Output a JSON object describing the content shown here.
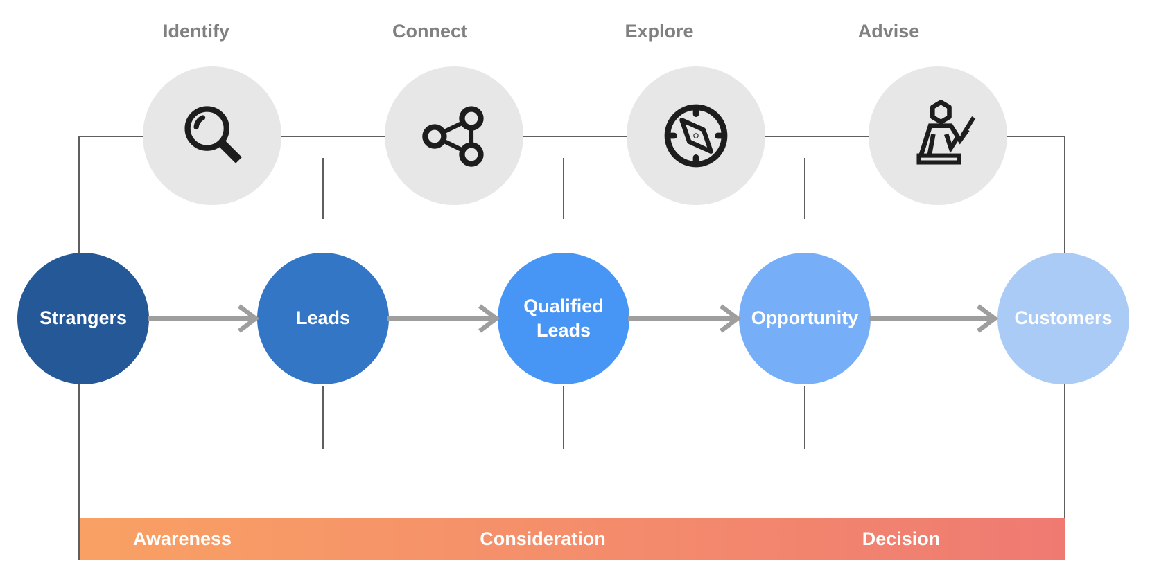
{
  "diagram": {
    "top_steps": [
      {
        "label": "Identify",
        "icon": "search-icon"
      },
      {
        "label": "Connect",
        "icon": "network-icon"
      },
      {
        "label": "Explore",
        "icon": "compass-icon"
      },
      {
        "label": "Advise",
        "icon": "presenter-icon"
      }
    ],
    "stages": [
      {
        "label": "Strangers",
        "color": "#255897"
      },
      {
        "label": "Leads",
        "color": "#3276c5"
      },
      {
        "label": "Qualified Leads",
        "color": "#4795f5"
      },
      {
        "label": "Opportunity",
        "color": "#76aff7"
      },
      {
        "label": "Customers",
        "color": "#a9cbf6"
      }
    ],
    "phases": [
      {
        "label": "Awareness"
      },
      {
        "label": "Consideration"
      },
      {
        "label": "Decision"
      }
    ],
    "phase_bar": {
      "color_left": "#f9a164",
      "color_right": "#ef7a72"
    },
    "colors": {
      "icon_circle": "#e7e7e7",
      "step_label": "#808080",
      "arrow": "#9e9e9e",
      "frame_line": "#5f5f5f",
      "stage_text": "#ffffff",
      "icon": "#1d1d1d"
    }
  }
}
